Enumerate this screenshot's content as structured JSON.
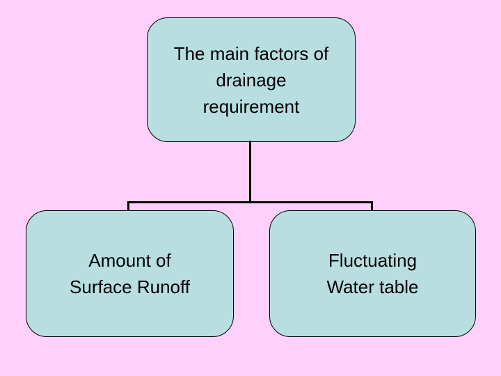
{
  "slide": {
    "background_color": "#ffd0fb",
    "node_fill_color": "#b8dee0",
    "node_border_color": "#000000",
    "connector_color": "#000000"
  },
  "diagram": {
    "root": {
      "label": "The main factors of drainage requirement",
      "lines": [
        "The main factors of",
        "drainage",
        "requirement"
      ]
    },
    "children": [
      {
        "label": "Amount of Surface Runoff",
        "lines": [
          "Amount of",
          "Surface Runoff"
        ]
      },
      {
        "label": "Fluctuating Water table",
        "lines": [
          "Fluctuating",
          "Water table"
        ]
      }
    ]
  }
}
